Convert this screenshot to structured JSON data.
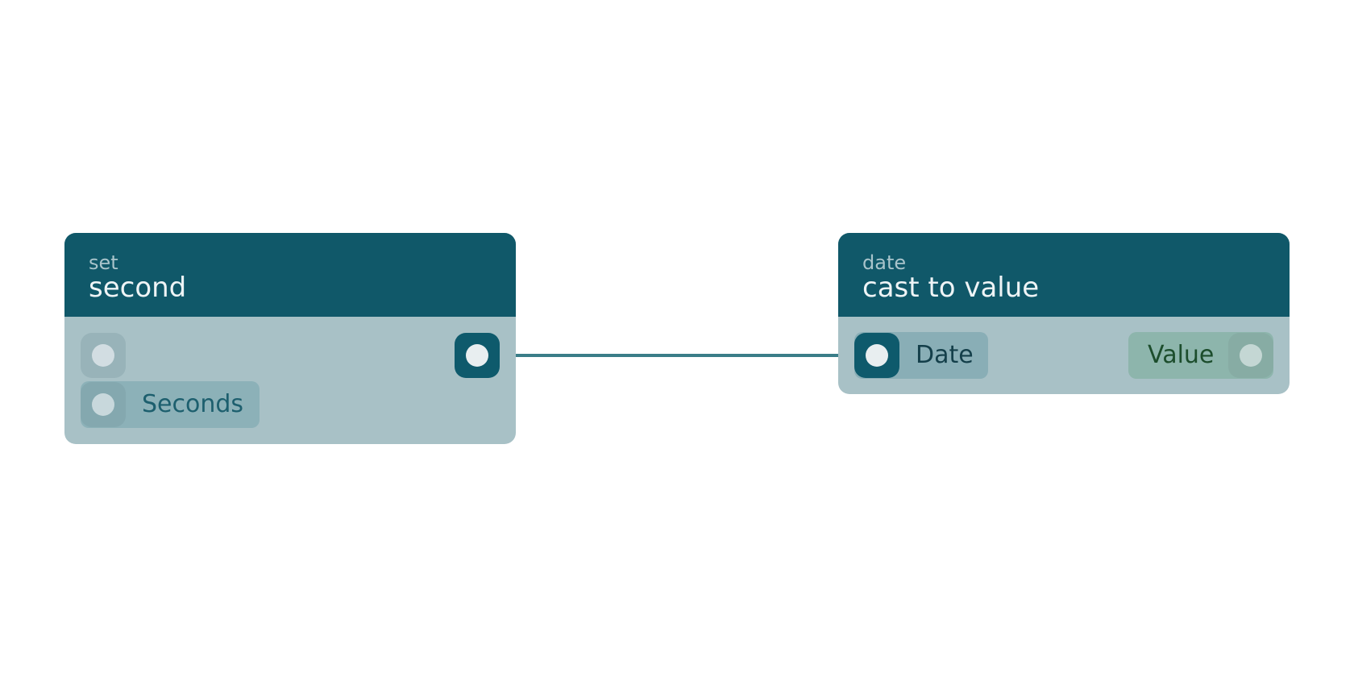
{
  "nodes": [
    {
      "kind": "set",
      "title": "second",
      "ports": {
        "input_label": "Seconds"
      }
    },
    {
      "kind": "date",
      "title": "cast to value",
      "ports": {
        "input_label": "Date",
        "output_label": "Value"
      }
    }
  ],
  "colors": {
    "header": "#105869",
    "body": "#a8c1c6",
    "wire": "#3a7d88",
    "output_pill": "#8db5ac"
  },
  "icons": {
    "port": "circle-port-icon"
  }
}
